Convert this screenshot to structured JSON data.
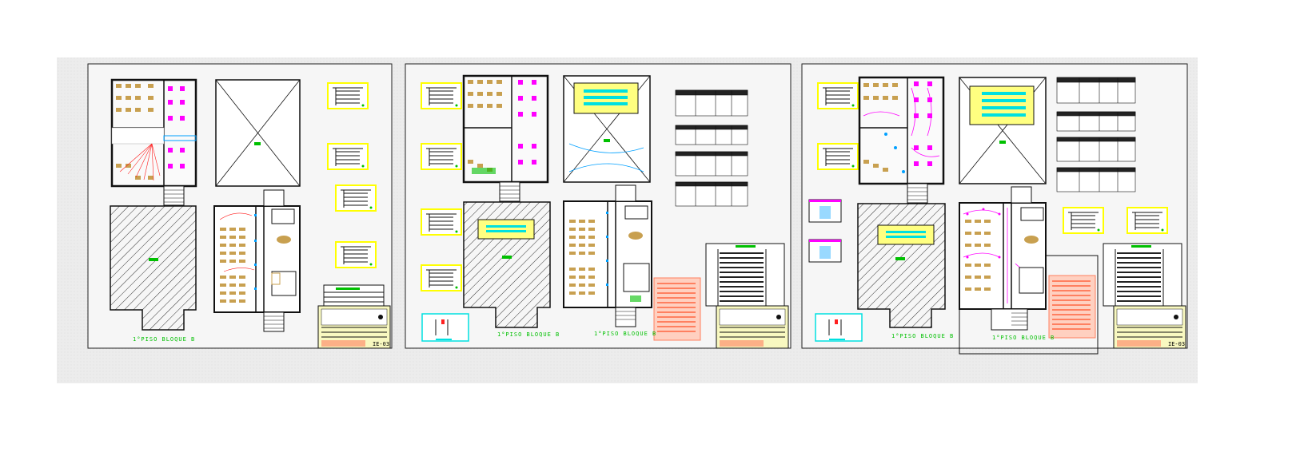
{
  "colors": {
    "background": "#ffffff",
    "paper": "#eeeeee",
    "frame": "#222222",
    "wall": "#1a1a1a",
    "furniture": "#c8a050",
    "wiring_magenta": "#ff00ff",
    "wiring_red": "#ff2020",
    "legend_yellow": "#ffff00",
    "label_green": "#00c000",
    "cyan": "#00e0e0",
    "stair_blue": "#00a0ff",
    "note_orange": "#ff8060",
    "hatch": "#333333"
  },
  "sheets": [
    {
      "caption": "1°PISO BLOQUE B",
      "sheet_number": "IE-03"
    },
    {
      "caption": "1°PISO BLOQUE B",
      "caption_2": "1°PISO BLOQUE B"
    },
    {
      "caption": "1°PISO BLOQUE B",
      "caption_2": "1°PISO BLOQUE B",
      "sheet_number": "IE-03"
    }
  ]
}
